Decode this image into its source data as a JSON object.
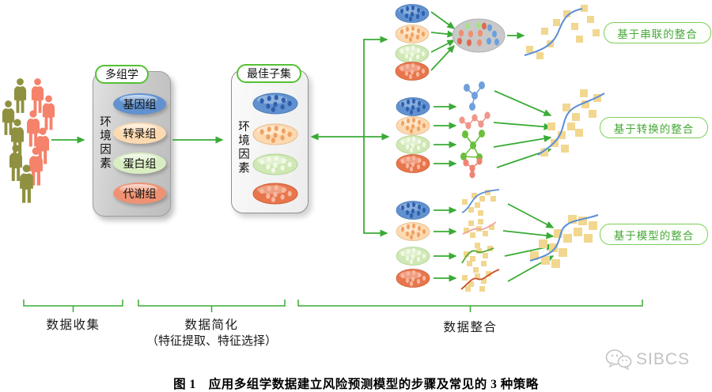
{
  "figure": {
    "caption": "图 1　应用多组学数据建立风险预测模型的步骤及常见的 3 种策略",
    "watermark": "SIBCS"
  },
  "omics_box": {
    "title": "多组学",
    "env_label": "环境因素",
    "layers": [
      {
        "label": "基因组",
        "color": "#6192cf"
      },
      {
        "label": "转录组",
        "color": "#fcd9b0"
      },
      {
        "label": "蛋白组",
        "color": "#d9edc3"
      },
      {
        "label": "代谢组",
        "color": "#ef9273"
      }
    ]
  },
  "subset_box": {
    "title": "最佳子集",
    "env_label": "环境因素"
  },
  "strategies": [
    {
      "label": "基于串联的整合"
    },
    {
      "label": "基于转换的整合"
    },
    {
      "label": "基于模型的整合"
    }
  ],
  "stages": [
    {
      "label": "数据收集"
    },
    {
      "label": "数据简化",
      "sublabel": "（特征提取、特征选择）"
    },
    {
      "label": "数据整合"
    }
  ],
  "colors": {
    "flow_green": "#3aab35",
    "strategy_pill_border": "#7ccf5a",
    "strategy_pill_text": "#46a73a",
    "box_title_border": "#54c133",
    "genome_blue": "#6192cf",
    "transcriptome_peach": "#fcd9b0",
    "proteome_green": "#d9edc3",
    "metabolome_salmon": "#ef9273",
    "scatter_square": "#f1d78f",
    "fit_curve_blue": "#5b8dd6",
    "people_olive": "#8f9140",
    "people_salmon": "#f5826a"
  }
}
